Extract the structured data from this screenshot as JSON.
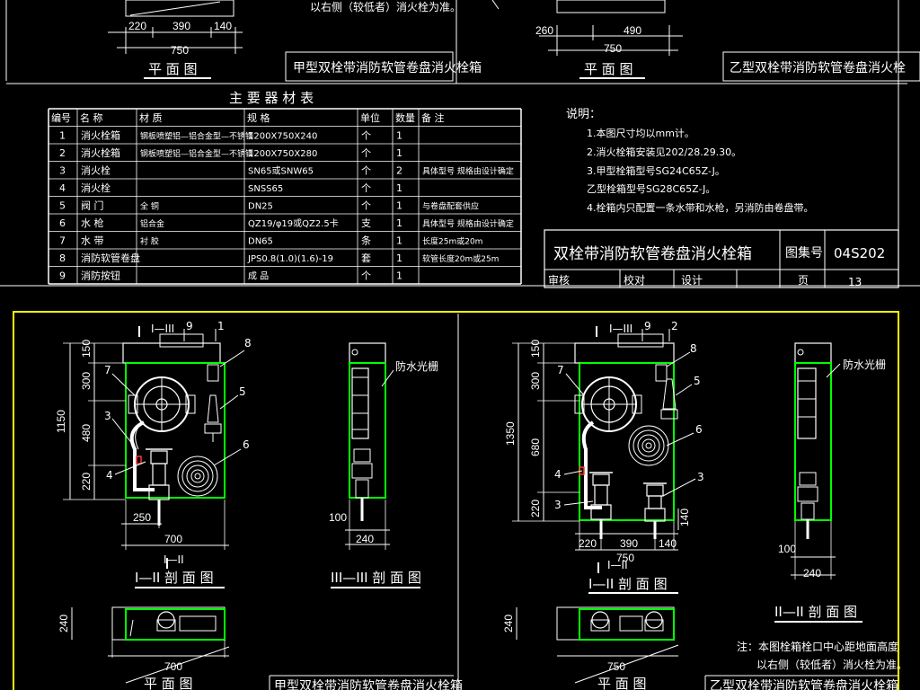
{
  "top_sheet": {
    "dims_left": [
      "220",
      "390",
      "140",
      "750"
    ],
    "dims_right": [
      "260",
      "490",
      "750"
    ],
    "plan_label_left": "平 面 图",
    "plan_label_right": "平 面 图",
    "title_type_a": "甲型双栓带消防软管卷盘消火栓箱",
    "title_type_b": "乙型双栓带消防软管卷盘消火栓",
    "top_note": "以右侧（较低者）消火栓为准。",
    "materials_title": "主 要 器 材 表",
    "table_headers": [
      "编号",
      "名  称",
      "材  质",
      "规  格",
      "单位",
      "数量",
      "备  注"
    ],
    "table_rows": [
      [
        "1",
        "消火栓箱",
        "钢板喷塑铝—铝合金型—不锈钢",
        "1200X750X240",
        "个",
        "1",
        ""
      ],
      [
        "2",
        "消火栓箱",
        "钢板喷塑铝—铝合金型—不锈钢",
        "1200X750X280",
        "个",
        "1",
        ""
      ],
      [
        "3",
        "消火栓",
        "",
        "SN65或SNW65",
        "个",
        "2",
        "具体型号 规格由设计确定"
      ],
      [
        "4",
        "消火栓",
        "",
        "SNSS65",
        "个",
        "1",
        ""
      ],
      [
        "5",
        "阀  门",
        "全  铜",
        "DN25",
        "个",
        "1",
        "与卷盘配套供应"
      ],
      [
        "6",
        "水  枪",
        "铝合金",
        "QZ19/φ19或QZ2.5卡",
        "支",
        "1",
        "具体型号 规格由设计确定"
      ],
      [
        "7",
        "水  带",
        "衬  胶",
        "DN65",
        "条",
        "1",
        "长度25m或20m"
      ],
      [
        "8",
        "消防软管卷盘",
        "",
        "JPS0.8(1.0)(1.6)-19",
        "套",
        "1",
        "软管长度20m或25m"
      ],
      [
        "9",
        "消防按钮",
        "",
        "成  品",
        "个",
        "1",
        ""
      ]
    ],
    "notes_heading": "说明：",
    "notes": [
      "1.本图尺寸均以mm计。",
      "2.消火栓箱安装见202/28.29.30。",
      "3.甲型栓箱型号SG24C65Z-J。",
      "  乙型栓箱型号SG28C65Z-J。",
      "4.栓箱内只配置一条水带和水枪，另消防由卷盘带。"
    ],
    "titleblock": {
      "name": "双栓带消防软管卷盘消火栓箱",
      "atlas_label": "图集号",
      "atlas_code": "04S202",
      "review": "审核",
      "check": "校对",
      "design": "设计",
      "page_label": "页",
      "page_no": "13"
    }
  },
  "bottom_sheet": {
    "left_drawing": {
      "section_mark_top": "I—III",
      "section_mark_bottom": "I—II",
      "callouts": [
        "9",
        "1",
        "8",
        "7",
        "5",
        "3",
        "4",
        "6"
      ],
      "vertical_dims": [
        "150",
        "300",
        "480",
        "220",
        "1150"
      ],
      "horizontal_dims": [
        "250",
        "700"
      ],
      "section_title": "I—II 剖 面 图",
      "side_dims": [
        "100",
        "240"
      ],
      "side_label": "防水光栅",
      "side_section_title": "III—III 剖 面 图",
      "plan_dims": [
        "240",
        "700"
      ],
      "plan_label": "平 面 图"
    },
    "right_drawing": {
      "section_mark_top": "I—III",
      "section_mark_bottom": "I—II",
      "callouts": [
        "9",
        "2",
        "8",
        "7",
        "5",
        "6",
        "4",
        "3",
        "3"
      ],
      "vertical_dims": [
        "150",
        "300",
        "680",
        "220",
        "1350"
      ],
      "horizontal_dims": [
        "220",
        "390",
        "140",
        "750"
      ],
      "small_dim": "140",
      "section_title": "I—II 剖 面 图",
      "side_dims": [
        "100",
        "240"
      ],
      "side_label": "防水光栅",
      "side_section_title": "II—II 剖 面 图",
      "plan_dims": [
        "240",
        "750"
      ],
      "plan_label": "平 面 图",
      "note_line1": "注：本图栓箱栓口中心距地面高度",
      "note_line2": "以右侧（较低者）消火栓为准。"
    },
    "bottom_strip_left": "甲型双栓带消防软管卷盘消火栓箱",
    "bottom_strip_right": "乙型双栓带消防软管卷盘消火栓箱"
  },
  "colors": {
    "background": "#000000",
    "linework": "#ffffff",
    "cabinet_outline": "#00ff00",
    "sheet_border": "#ffff00",
    "valve_marks": "#ff3333"
  }
}
